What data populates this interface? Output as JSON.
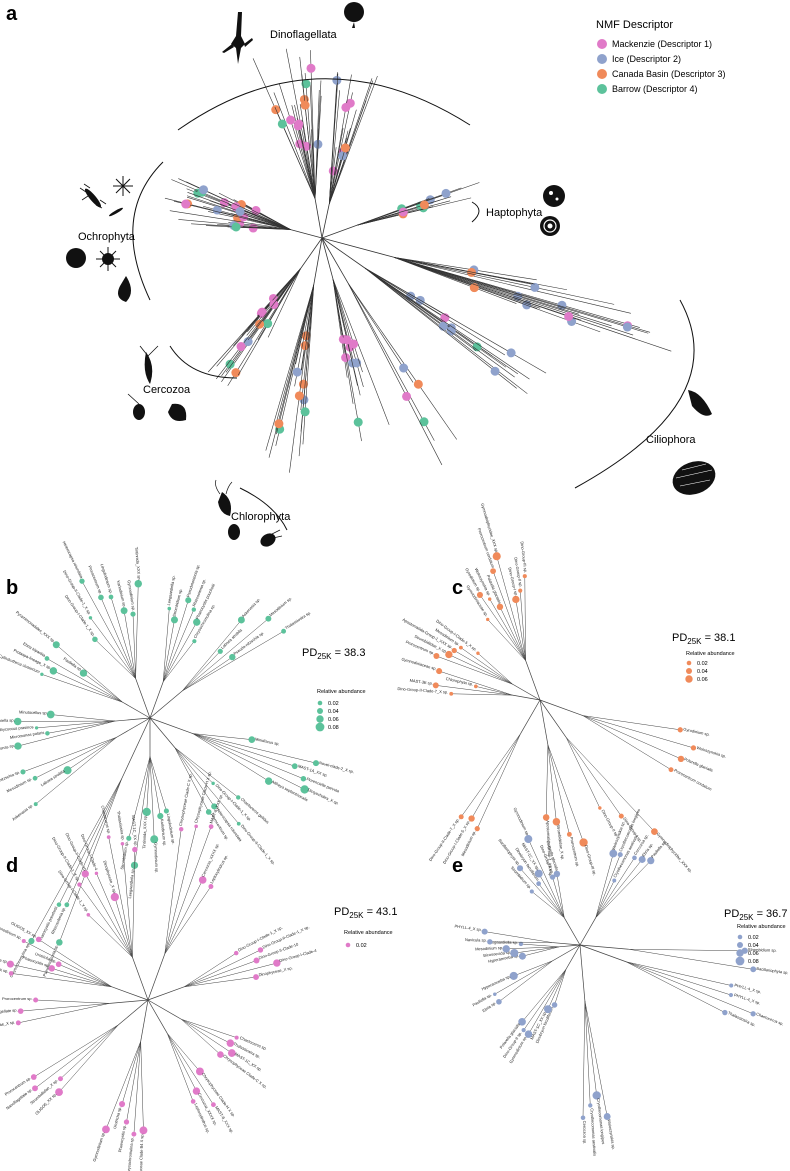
{
  "panel_a": {
    "letter": "a",
    "legend_title": "NMF Descriptor",
    "legend": [
      {
        "label": "Mackenzie (Descriptor 1)",
        "color": "#e07ac8"
      },
      {
        "label": "Ice (Descriptor 2)",
        "color": "#8fa2cc"
      },
      {
        "label": "Canada Basin (Descriptor 3)",
        "color": "#f08a5a"
      },
      {
        "label": "Barrow (Descriptor 4)",
        "color": "#5cc29b"
      }
    ],
    "clades": [
      "Dinoflagellata",
      "Haptophyta",
      "Ochrophyta",
      "Cercozoa",
      "Ciliophora",
      "Chlorophyta"
    ]
  },
  "panel_b": {
    "letter": "b",
    "pd_prefix": "PD",
    "pd_sub": "25K",
    "pd_value": " = 38.3",
    "legend_title": "Relative abundance",
    "legend_values": [
      "0.02",
      "0.04",
      "0.06",
      "0.08"
    ],
    "color": "#5cc29b",
    "tips": [
      "Dino-Group-I-Clade-1_X sp.",
      "Dino-Group-II-Clade-1_X sp.",
      "Heterocapsa rotundata",
      "Prorocentrum sp.",
      "Lingulodinium sp.",
      "Karlodinium sp.",
      "Gymnodinium sp.",
      "Tintinnida_XXX sp.",
      "Leegaardiella sp.",
      "Strombidium sp.",
      "Pseudotontonia sp.",
      "Rhizosolenia sp.",
      "Phaeocystis pouchetii",
      "Chrysochromulina sp.",
      "Askenasia sp.",
      "Laboea strobila",
      "Mesodinium sp.",
      "Pseudo-nitzschia sp.",
      "Thalassiosira sp.",
      "Cylindrotheca closterium",
      "Protaspa-lineage_X sp.",
      "Ebria tripartita",
      "Pauliella sp.",
      "Pyramimonadales_XXX sp.",
      "Pyramimonas sp.",
      "Micromonas polaris",
      "Bathycoccus prasinos",
      "Mantoniella sp.",
      "Minutocellus sp.",
      "Minidiscus sp.",
      "Novel-clade-2_X sp.",
      "MAST-1A_XX sp.",
      "Florenciella parvula",
      "Dictyochales_X sp.",
      "Attheya septentrionalis",
      "Chaetoceros gelidus"
    ]
  },
  "panel_c": {
    "letter": "c",
    "pd_prefix": "PD",
    "pd_sub": "25K",
    "pd_value": " = 38.1",
    "legend_title": "Relative abundance",
    "legend_values": [
      "0.02",
      "0.04",
      "0.06"
    ],
    "color": "#f08a5a",
    "tips": [
      "Gymnodiniaceae sp.",
      "Gyrodinium sp.",
      "Woloszynskia sp.",
      "Polarella glacialis",
      "Prorocentrum cordatum",
      "Gymnodiniphycidae_XXX sp.",
      "Dino-Group-I sp.",
      "Dino-Group-II sp.",
      "Dino-Group-III sp.",
      "Prorocentrum sp.",
      "Strombidiidae_X sp.",
      "Apostomatida-Group-1_XXX sp.",
      "Mesodinium sp.",
      "Dino-Group-I-Clade-5_X sp.",
      "Dino-Group-II-Clade-7_X sp.",
      "MAST-3E sp.",
      "Chlorophyta sp."
    ]
  },
  "panel_d": {
    "letter": "d",
    "pd_prefix": "PD",
    "pd_sub": "25K",
    "pd_value": " = 43.1",
    "legend_title": "Relative abundance",
    "legend_values": [
      "0.02"
    ],
    "color": "#e07ac8",
    "tips": [
      "Dino-Group-I-Clade-1_X sp.",
      "Dino-Group-II-Clade-1_X sp.",
      "Dino-Group-II-Clade-10",
      "Dino-Group-I-Clade-4",
      "Dinophyceae_X sp.",
      "Chaetoceros sp.",
      "Thalassiosira sp.",
      "MAST-1C_XX sp.",
      "Chrysophyceae Clade-C X sp.",
      "Chrysophyceae Clade-H X sp.",
      "MAST-8_XXX sp.",
      "Cercozoa_XXXX sp.",
      "Leptocylindrus sp.",
      "Prymnesiophyceae Clade B4 X sp.",
      "Chrysochromulina sp.",
      "Phaeocystis sp.",
      "Urotricha sp.",
      "Gymnodinium sp.",
      "OLIGO5_XX sp.",
      "Strombidiidae_X sp.",
      "Nanoflagellate sp.",
      "Prorocentrum sp."
    ]
  },
  "panel_e": {
    "letter": "e",
    "pd_prefix": "PD",
    "pd_sub": "25K",
    "pd_value": " = 36.7",
    "legend_title": "Relative abundance",
    "legend_values": [
      "0.02",
      "0.04",
      "0.06",
      "0.08"
    ],
    "color": "#8fa2cc",
    "tips": [
      "Strombidium sp.",
      "Bacillariophyta sp.",
      "Dinobryon faculiferum",
      "MAST-1C_XX sp.",
      "Gymnodinium sp.",
      "Dino-Group-II sp.",
      "Polarella glacialis",
      "Woloszynskia sp.",
      "Cryothecomonas longipes",
      "Cryothecomonas aestivalis",
      "Cercozoa sp.",
      "Ebria sp.",
      "Pauliella sp.",
      "Hyperamoeba sp.",
      "Bicosoecida sp.",
      "Mesodinium sp.",
      "Leegaardiella sp.",
      "Navicula sp.",
      "PHYLL-4_X sp.",
      "PHYLL-4_X sp.",
      "PHYLL-4_X sp.",
      "Chaetoceros sp.",
      "Thalassiosira sp."
    ]
  }
}
